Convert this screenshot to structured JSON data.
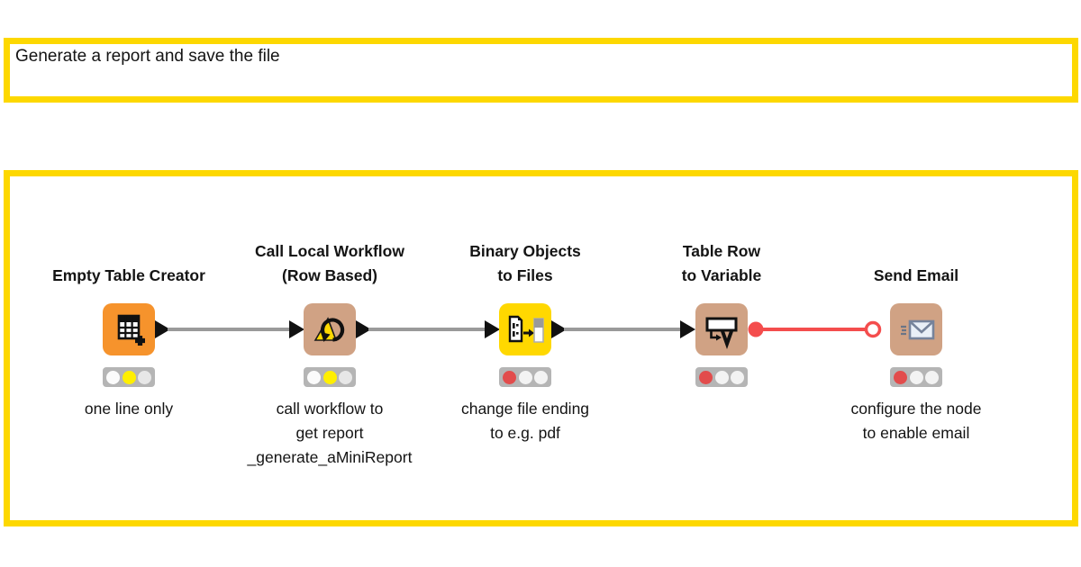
{
  "colors": {
    "annotation_border": "#FDD800",
    "node_orange": "#F6932C",
    "node_tan": "#D0A284",
    "node_yellow": "#FFD800",
    "status_lit_yellow": "#FFEF00",
    "status_lit_red": "#E24C4C",
    "traffic_light_background": "#B5B5B5",
    "connection_data_gray": "#9A9A9A",
    "connection_flow_variable_red": "#F44D4D",
    "port_black": "#111111"
  },
  "annotation_top": {
    "text": "Generate a report and save the file"
  },
  "workflow": {
    "nodes": [
      {
        "title_lines": [
          "Empty Table Creator"
        ],
        "comment_lines": [
          "one line only"
        ],
        "status": "yellow",
        "icon": "table-plus-icon",
        "node_color": "#F6932C",
        "out_port": "data"
      },
      {
        "title_lines": [
          "Call Local Workflow",
          "(Row Based)"
        ],
        "comment_lines": [
          "call workflow to",
          "get report",
          "_generate_aMiniReport"
        ],
        "status": "yellow",
        "icon": "loop-arrow-icon",
        "node_color": "#D0A284",
        "in_port": "data",
        "out_port": "data"
      },
      {
        "title_lines": [
          "Binary Objects",
          "to Files"
        ],
        "comment_lines": [
          "change file ending",
          "to e.g. pdf"
        ],
        "status": "red",
        "icon": "binary-to-file-icon",
        "node_color": "#FFD800",
        "in_port": "data",
        "out_port": "data"
      },
      {
        "title_lines": [
          "Table Row",
          "to Variable"
        ],
        "comment_lines": [],
        "status": "red",
        "icon": "row-to-variable-icon",
        "node_color": "#D0A284",
        "in_port": "data",
        "out_port": "flow-variable"
      },
      {
        "title_lines": [
          "Send Email"
        ],
        "comment_lines": [
          "configure the node",
          "to enable email"
        ],
        "status": "red",
        "icon": "envelope-icon",
        "node_color": "#D0A284",
        "in_port": "flow-variable"
      }
    ],
    "connections": [
      {
        "from": "Empty Table Creator",
        "to": "Call Local Workflow (Row Based)",
        "type": "data"
      },
      {
        "from": "Call Local Workflow (Row Based)",
        "to": "Binary Objects to Files",
        "type": "data"
      },
      {
        "from": "Binary Objects to Files",
        "to": "Table Row to Variable",
        "type": "data"
      },
      {
        "from": "Table Row to Variable",
        "to": "Send Email",
        "type": "flow-variable"
      }
    ]
  }
}
